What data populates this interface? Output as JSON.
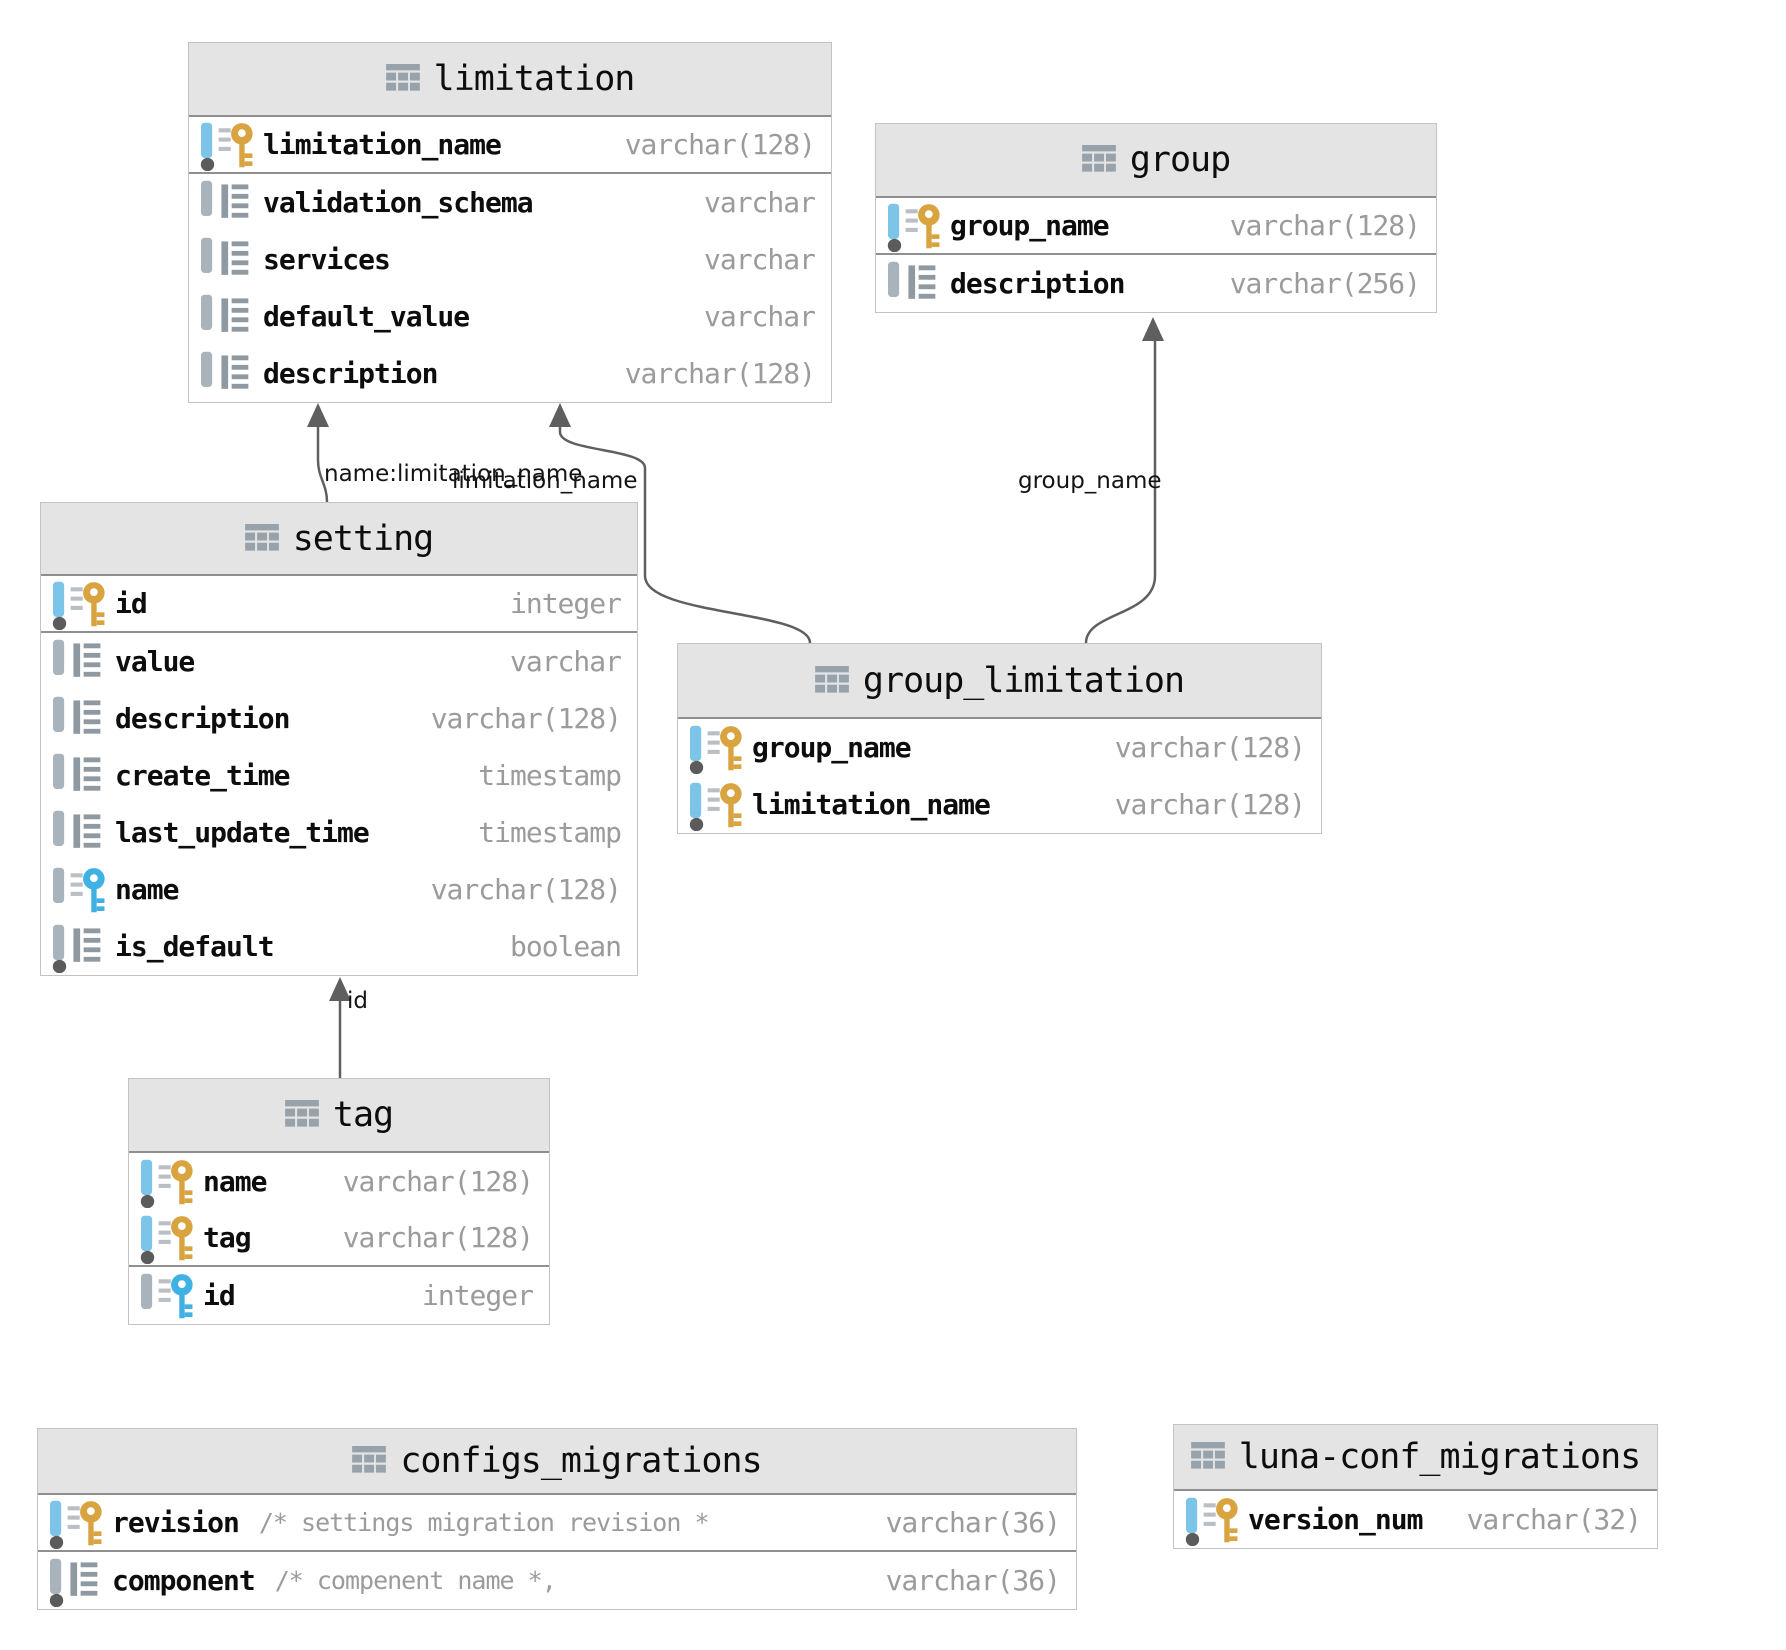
{
  "diagram": {
    "kind": "database-entity-relationship-diagram"
  },
  "colors": {
    "header_bg": "#e4e4e4",
    "table_border": "#c3c3c3",
    "strong_divider": "#8f8f8f",
    "column_name": "#0d0d0d",
    "column_type_gray": "#9b9b9b",
    "primary_key_gold": "#d9a440",
    "foreign_key_blue": "#3fb1e3",
    "notnull_bar_blue": "#7cc4e8",
    "bar_gray": "#a9b3bb",
    "dot_gray": "#5b5b5b",
    "edge_line": "#5f5f5f"
  },
  "tables": [
    {
      "id": "limitation",
      "title": "limitation",
      "columns": [
        {
          "name": "limitation_name",
          "type": "varchar(128)",
          "icon": "pk",
          "sep": true
        },
        {
          "name": "validation_schema",
          "type": "varchar",
          "icon": "col"
        },
        {
          "name": "services",
          "type": "varchar",
          "icon": "col"
        },
        {
          "name": "default_value",
          "type": "varchar",
          "icon": "col"
        },
        {
          "name": "description",
          "type": "varchar(128)",
          "icon": "col"
        }
      ]
    },
    {
      "id": "group",
      "title": "group",
      "columns": [
        {
          "name": "group_name",
          "type": "varchar(128)",
          "icon": "pk",
          "sep": true
        },
        {
          "name": "description",
          "type": "varchar(256)",
          "icon": "col"
        }
      ]
    },
    {
      "id": "setting",
      "title": "setting",
      "columns": [
        {
          "name": "id",
          "type": "integer",
          "icon": "pk",
          "sep": true
        },
        {
          "name": "value",
          "type": "varchar",
          "icon": "col"
        },
        {
          "name": "description",
          "type": "varchar(128)",
          "icon": "col"
        },
        {
          "name": "create_time",
          "type": "timestamp",
          "icon": "col"
        },
        {
          "name": "last_update_time",
          "type": "timestamp",
          "icon": "col"
        },
        {
          "name": "name",
          "type": "varchar(128)",
          "icon": "fk"
        },
        {
          "name": "is_default",
          "type": "boolean",
          "icon": "col-nn"
        }
      ]
    },
    {
      "id": "group_limitation",
      "title": "group_limitation",
      "columns": [
        {
          "name": "group_name",
          "type": "varchar(128)",
          "icon": "pk"
        },
        {
          "name": "limitation_name",
          "type": "varchar(128)",
          "icon": "pk"
        }
      ]
    },
    {
      "id": "tag",
      "title": "tag",
      "columns": [
        {
          "name": "name",
          "type": "varchar(128)",
          "icon": "pk"
        },
        {
          "name": "tag",
          "type": "varchar(128)",
          "icon": "pk",
          "sep": true
        },
        {
          "name": "id",
          "type": "integer",
          "icon": "fk"
        }
      ]
    },
    {
      "id": "configs_migrations",
      "title": "configs_migrations",
      "columns": [
        {
          "name": "revision",
          "comment": "/* settings migration revision *",
          "type": "varchar(36)",
          "icon": "pk",
          "sep": true
        },
        {
          "name": "component",
          "comment": "/* compenent name *,",
          "type": "varchar(36)",
          "icon": "col-nn"
        }
      ]
    },
    {
      "id": "luna_conf_migrations",
      "title": "luna-conf_migrations",
      "columns": [
        {
          "name": "version_num",
          "type": "varchar(32)",
          "icon": "pk"
        }
      ]
    }
  ],
  "relationships": [
    {
      "id": "setting_to_limitation",
      "label": "name:limitation_name"
    },
    {
      "id": "group_limitation_to_limitation",
      "label": "limitation_name"
    },
    {
      "id": "group_limitation_to_group",
      "label": "group_name"
    },
    {
      "id": "tag_to_setting",
      "label": "id"
    }
  ]
}
